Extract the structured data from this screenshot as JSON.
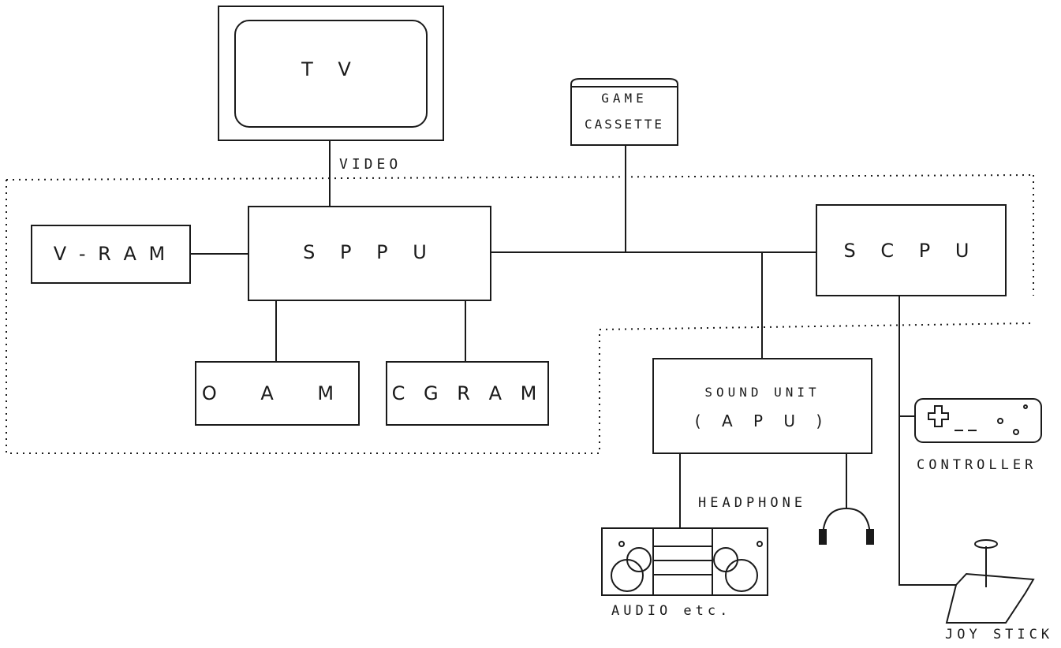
{
  "labels": {
    "tv": "T V",
    "video": "VIDEO",
    "cassette_line1": "GAME",
    "cassette_line2": "CASSETTE",
    "vram": "V - R A M",
    "sppu": "S P P U",
    "scpu": "S C P U",
    "oam": "O A M",
    "cgram": "C G R A M",
    "sound_line1": "SOUND UNIT",
    "sound_line2": "( A P U )",
    "headphone": "HEADPHONE",
    "controller": "CONTROLLER",
    "audio": "AUDIO etc.",
    "joystick": "JOY STICK"
  },
  "colors": {
    "ink": "#1a1a1a",
    "background": "#ffffff"
  }
}
